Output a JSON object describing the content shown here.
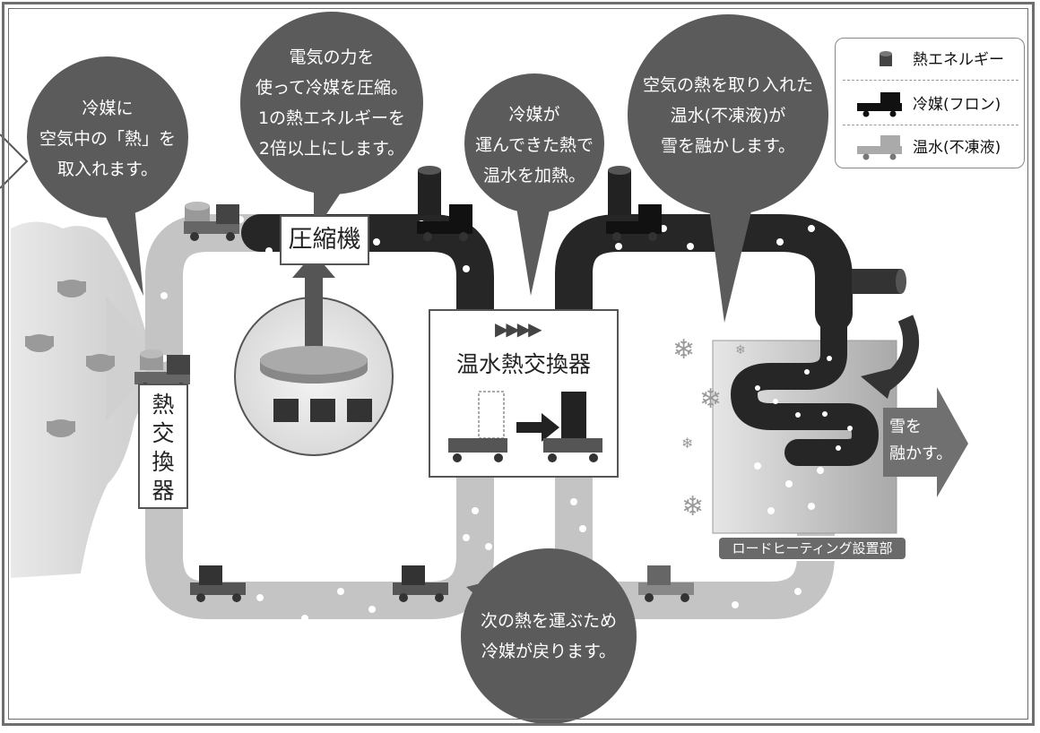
{
  "bubbles": {
    "b1": [
      "冷媒に",
      "空気中の「熱」を",
      "取入れます。"
    ],
    "b2": [
      "電気の力を",
      "使って冷媒を圧縮。",
      "1の熱エネルギーを",
      "2倍以上にします。"
    ],
    "b3": [
      "冷媒が",
      "運んできた熱で",
      "温水を加熱。"
    ],
    "b4": [
      "空気の熱を取り入れた",
      "温水(不凍液)が",
      "雪を融かします。"
    ],
    "b5": [
      "次の熱を運ぶため",
      "冷媒が戻ります。"
    ]
  },
  "labels": {
    "compressor": "圧縮機",
    "heat_exchanger": [
      "熱",
      "交",
      "換",
      "器"
    ],
    "water_heat_exchanger": "温水熱交換器",
    "road_heating": "ロードヒーティング設置部",
    "melt_snow": [
      "雪を",
      "融かす。"
    ]
  },
  "legend": {
    "energy": "熱エネルギー",
    "refrigerant": "冷媒(フロン)",
    "hot_water": "温水(不凍液)"
  },
  "colors": {
    "bubble": "#5b5b5b",
    "light_pipe": "#bdbdbd",
    "dark_pipe": "#222222",
    "melt_arrow": "#707070"
  }
}
